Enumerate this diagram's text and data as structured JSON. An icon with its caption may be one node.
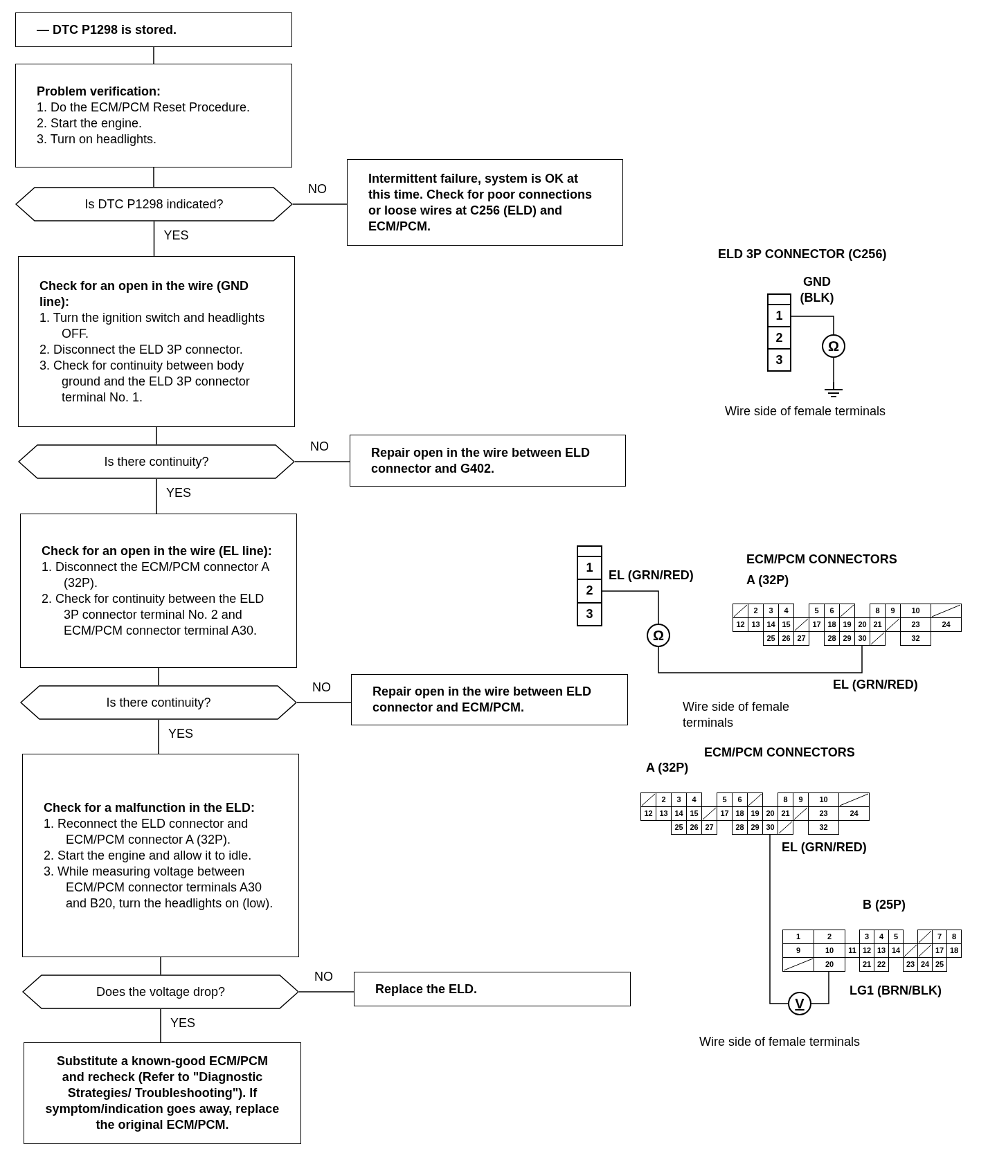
{
  "diagram": {
    "nodes": [
      {
        "text": [
          "— DTC P1298 is stored."
        ]
      },
      {
        "text": [
          "Problem verification:",
          "1. Do the ECM/PCM Reset Procedure.",
          "2. Start the engine.",
          "3. Turn on headlights."
        ]
      },
      {
        "text": [
          "Is DTC P1298 indicated?"
        ]
      },
      {
        "text": [
          "Intermittent failure, system is OK at this time. Check for poor connections or loose wires at C256 (ELD) and ECM/PCM."
        ]
      },
      {
        "text": [
          "Check for an open in the wire (GND line):",
          "1. Turn the ignition switch and headlights OFF.",
          "2. Disconnect the ELD 3P connector.",
          "3. Check for continuity between body ground and the ELD 3P connector terminal No. 1."
        ]
      },
      {
        "text": [
          "Is there continuity?"
        ]
      },
      {
        "text": [
          "Repair open in the wire between ELD connector and G402."
        ]
      },
      {
        "text": [
          "Check for an open in the wire (EL line):",
          "1. Disconnect the ECM/PCM connector A (32P).",
          "2. Check for continuity between the ELD 3P connector terminal No. 2 and ECM/PCM connector terminal A30."
        ]
      },
      {
        "text": [
          "Is there continuity?"
        ]
      },
      {
        "text": [
          "Repair open in the wire between ELD connector and ECM/PCM."
        ]
      },
      {
        "text": [
          "Check for a malfunction in the ELD:",
          "1. Reconnect the ELD connector and ECM/PCM connector A (32P).",
          "2. Start the engine and allow it to idle.",
          "3. While measuring voltage between ECM/PCM connector terminals A30 and B20, turn the headlights on (low)."
        ]
      },
      {
        "text": [
          "Does the voltage drop?"
        ]
      },
      {
        "text": [
          "Replace the ELD."
        ]
      },
      {
        "text": [
          "Substitute a known-good ECM/PCM and recheck (Refer to \"Diagnostic Strategies/ Troubleshooting\"). If symptom/indication goes away, replace the original ECM/PCM."
        ]
      },
      {
        "text": [
          "1",
          "2",
          "3"
        ]
      },
      {
        "text": [
          "Ω"
        ]
      },
      {
        "text": [],
        "shape": "ground"
      },
      {
        "text": [
          "1",
          "2",
          "3"
        ]
      },
      {
        "text": [
          "Ω"
        ]
      },
      {
        "text": [
          "2",
          "3",
          "4",
          "5",
          "6",
          "8",
          "9",
          "10",
          "12",
          "13",
          "14",
          "15",
          "17",
          "18",
          "19",
          "20",
          "21",
          "23",
          "24",
          "25",
          "26",
          "27",
          "28",
          "29",
          "30",
          "32"
        ]
      },
      {
        "text": [
          "2",
          "3",
          "4",
          "5",
          "6",
          "8",
          "9",
          "10",
          "12",
          "13",
          "14",
          "15",
          "17",
          "18",
          "19",
          "20",
          "21",
          "23",
          "24",
          "25",
          "26",
          "27",
          "28",
          "29",
          "30",
          "32"
        ]
      },
      {
        "text": [
          "V"
        ]
      },
      {
        "text": [
          "1",
          "2",
          "3",
          "4",
          "5",
          "7",
          "8",
          "9",
          "10",
          "11",
          "12",
          "13",
          "14",
          "17",
          "18",
          "20",
          "21",
          "22",
          "23",
          "24",
          "25"
        ]
      }
    ],
    "edges": [
      {
        "from": 0,
        "to": 1,
        "arrow": "none"
      },
      {
        "from": 1,
        "to": 2,
        "arrow": "none"
      },
      {
        "from": 2,
        "to": 3,
        "arrow": "none",
        "label": "NO"
      },
      {
        "from": 2,
        "to": 4,
        "arrow": "none",
        "label": "YES"
      },
      {
        "from": 4,
        "to": 5,
        "arrow": "none"
      },
      {
        "from": 5,
        "to": 6,
        "arrow": "none",
        "label": "NO"
      },
      {
        "from": 5,
        "to": 7,
        "arrow": "none",
        "label": "YES"
      },
      {
        "from": 7,
        "to": 8,
        "arrow": "none"
      },
      {
        "from": 8,
        "to": 9,
        "arrow": "none",
        "label": "NO"
      },
      {
        "from": 8,
        "to": 10,
        "arrow": "none",
        "label": "YES"
      },
      {
        "from": 10,
        "to": 11,
        "arrow": "none"
      },
      {
        "from": 11,
        "to": 12,
        "arrow": "none",
        "label": "NO"
      },
      {
        "from": 11,
        "to": 13,
        "arrow": "none",
        "label": "YES"
      },
      {
        "from": 14,
        "to": 15,
        "arrow": "none"
      },
      {
        "from": 15,
        "to": 16,
        "arrow": "none"
      },
      {
        "from": 17,
        "to": 18,
        "arrow": "none"
      },
      {
        "from": 18,
        "to": 19,
        "arrow": "none"
      },
      {
        "from": 20,
        "to": 21,
        "arrow": "none"
      },
      {
        "from": 21,
        "to": 22,
        "arrow": "none"
      }
    ],
    "labels": [
      "ELD 3P CONNECTOR (C256)",
      "GND (BLK)",
      "Wire side of female terminals",
      "EL (GRN/RED)",
      "ECM/PCM CONNECTORS",
      "A (32P)",
      "EL (GRN/RED)",
      "Wire side of female terminals",
      "ECM/PCM CONNECTORS",
      "A (32P)",
      "EL (GRN/RED)",
      "B (25P)",
      "LG1 (BRN/BLK)",
      "Wire side of female terminals"
    ]
  }
}
